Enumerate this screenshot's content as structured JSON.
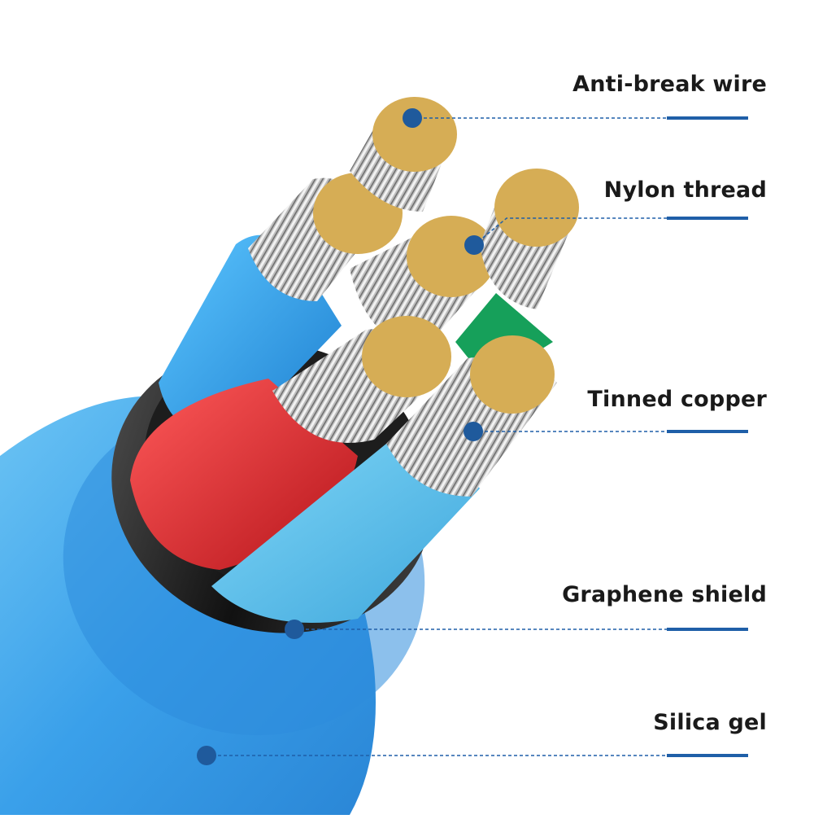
{
  "callouts": [
    {
      "id": "anti-break-wire",
      "label": "Anti-break wire"
    },
    {
      "id": "nylon-thread",
      "label": "Nylon thread"
    },
    {
      "id": "tinned-copper",
      "label": "Tinned copper"
    },
    {
      "id": "graphene-shield",
      "label": "Graphene shield"
    },
    {
      "id": "silica-gel",
      "label": "Silica gel"
    }
  ],
  "colors": {
    "accent_line": "#1f5fa8",
    "dot": "#1f5a9c",
    "outer_jacket": "#3fa2e8",
    "shield": "#1e1e1e",
    "conductor_red": "#e0242a",
    "conductor_blue": "#2a9be8",
    "conductor_cyan": "#55c3ee",
    "conductor_green": "#16a05a",
    "tinned_strand": "#d7b25a"
  }
}
